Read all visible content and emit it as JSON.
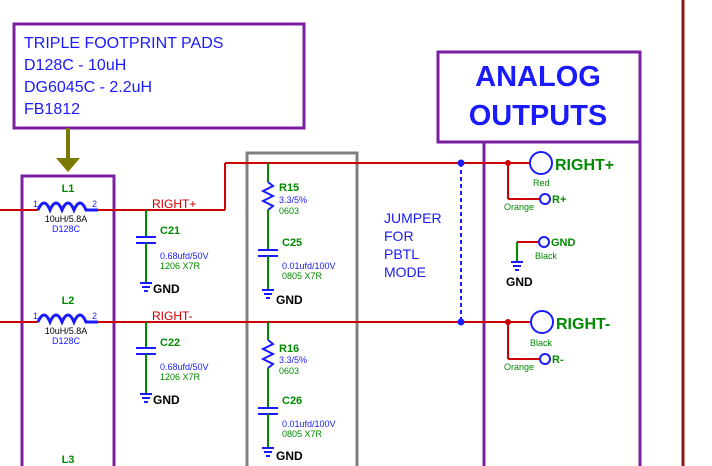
{
  "note_box": {
    "lines": [
      "TRIPLE FOOTPRINT PADS",
      "D128C - 10uH",
      "DG6045C - 2.2uH",
      "FB1812"
    ]
  },
  "outputs_box": {
    "title_line1": "ANALOG",
    "title_line2": "OUTPUTS"
  },
  "jumper_note": {
    "lines": [
      "JUMPER",
      "FOR",
      "PBTL",
      "MODE"
    ]
  },
  "inductors": [
    {
      "ref": "L1",
      "pin1": "1",
      "pin2": "2",
      "value": "10uH/5.8A",
      "part": "D128C"
    },
    {
      "ref": "L2",
      "pin1": "1",
      "pin2": "2",
      "value": "10uH/5.8A",
      "part": "D128C"
    },
    {
      "ref": "L3"
    }
  ],
  "nets": {
    "right_plus": "RIGHT+",
    "right_minus": "RIGHT-",
    "gnd": "GND"
  },
  "capacitors": [
    {
      "ref": "C21",
      "value": "0.68ufd/50V",
      "pkg": "1206  X7R"
    },
    {
      "ref": "C22",
      "value": "0.68ufd/50V",
      "pkg": "1206  X7R"
    },
    {
      "ref": "C25",
      "value": "0.01ufd/100V",
      "pkg": "0805  X7R"
    },
    {
      "ref": "C26",
      "value": "0.01ufd/100V",
      "pkg": "0805  X7R"
    }
  ],
  "resistors": [
    {
      "ref": "R15",
      "value": "3.3/5%",
      "pkg": "0603"
    },
    {
      "ref": "R16",
      "value": "3.3/5%",
      "pkg": "0603"
    }
  ],
  "jacks": [
    {
      "label": "RIGHT+",
      "color": "Red"
    },
    {
      "label": "R+",
      "color": "Orange"
    },
    {
      "label": "GND",
      "color": "Black"
    },
    {
      "label": "RIGHT-",
      "color": "Black"
    },
    {
      "label": "R-",
      "color": "Orange"
    }
  ],
  "gnd_label": "GND",
  "colors": {
    "wire": "#cc0000",
    "border": "#7a1fa2",
    "note_text": "#1a1aff",
    "part_green": "#008a00",
    "arrow": "#7a7a00",
    "frame": "#8b1a1a",
    "gray_box": "#808080"
  }
}
